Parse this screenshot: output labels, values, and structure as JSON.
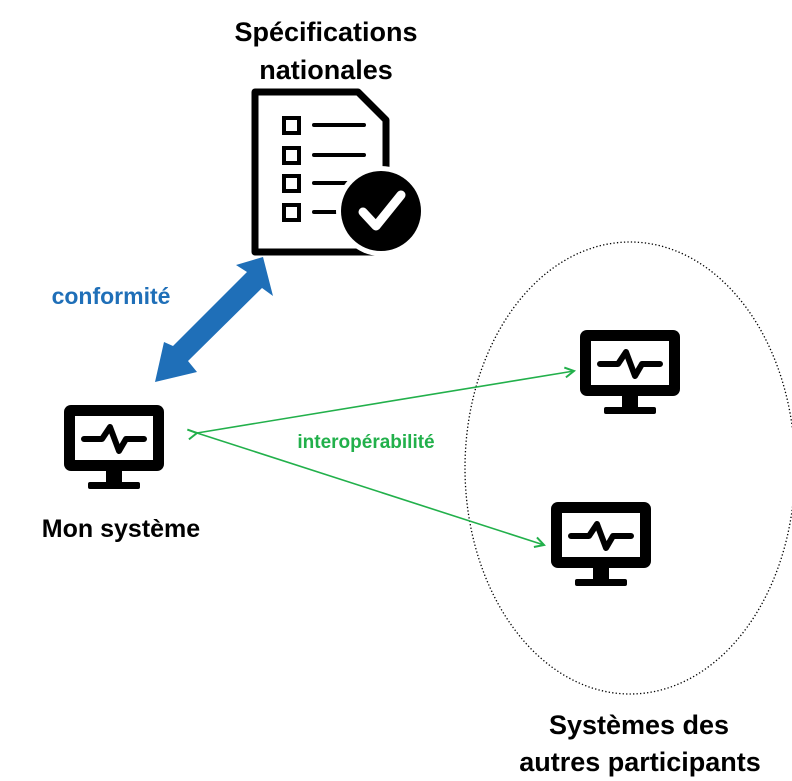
{
  "specs": {
    "title_line1": "Spécifications",
    "title_line2": "nationales",
    "icon": "checklist-document-icon",
    "badge_icon": "check-badge-icon"
  },
  "my_system": {
    "label": "Mon système",
    "icon": "monitor-heartbeat-icon"
  },
  "other_systems": {
    "label_line1": "Systèmes des",
    "label_line2": "autres participants",
    "icon": "monitor-heartbeat-icon"
  },
  "relations": {
    "conformity": "conformité",
    "interoperability": "interopérabilité"
  },
  "colors": {
    "conformity": "#1f6fb8",
    "interoperability": "#22b04b",
    "icon": "#000000"
  }
}
